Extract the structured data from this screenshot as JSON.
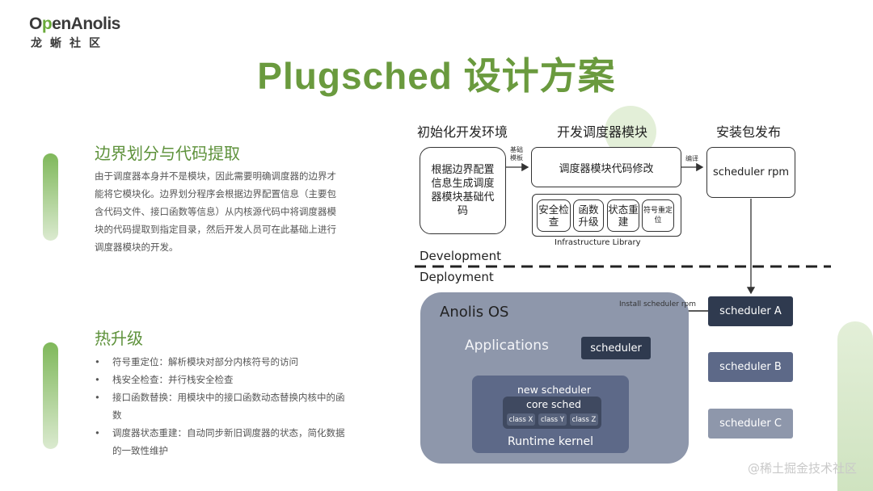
{
  "logo": {
    "name_a": "O",
    "name_dot": "p",
    "name_b": "enAnolis",
    "cn": "龙蜥社区"
  },
  "title": "Plugsched 设计方案",
  "left": {
    "section1": {
      "title": "边界划分与代码提取",
      "body": "由于调度器本身并不是模块，因此需要明确调度器的边界才能将它模块化。边界划分程序会根据边界配置信息（主要包含代码文件、接口函数等信息）从内核源代码中将调度器模块的代码提取到指定目录，然后开发人员可在此基础上进行调度器模块的开发。"
    },
    "section2": {
      "title": "热升级",
      "bullets": [
        "符号重定位：解析模块对部分内核符号的访问",
        "栈安全检查：并行栈安全检查",
        "接口函数替换：用模块中的接口函数动态替换内核中的函数",
        "调度器状态重建：自动同步新旧调度器的状态，简化数据的一致性维护"
      ]
    }
  },
  "diagram": {
    "headers": {
      "init": "初始化开发环境",
      "dev": "开发调度器模块",
      "pkg": "安装包发布"
    },
    "init_box": "根据边界配置信息生成调度器模块基础代码",
    "arrow1_label": "基础模板",
    "dev_box": "调度器模块代码修改",
    "arrow2_label": "编译",
    "pkg_box": "scheduler rpm",
    "infra_items": [
      "安全检查",
      "函数升级",
      "状态重建",
      "符号重定位"
    ],
    "infra_label": "Infrastructure Library",
    "zone_dev": "Development",
    "zone_deploy": "Deployment",
    "os_title": "Anolis OS",
    "apps": "Applications",
    "install_label": "Install scheduler rpm",
    "scheduler": "scheduler",
    "kernel_new": "new scheduler",
    "core_sched": "core sched",
    "classes": [
      "class X",
      "class Y",
      "class Z"
    ],
    "runtime": "Runtime kernel",
    "sched_a": "scheduler A",
    "sched_b": "scheduler B",
    "sched_c": "scheduler C"
  },
  "watermark": "@稀土掘金技术社区",
  "colors": {
    "brand_green": "#6a9a3e",
    "dark_navy": "#2f3a4f",
    "slate": "#5d6988",
    "grey_blue": "#8e97ab"
  }
}
